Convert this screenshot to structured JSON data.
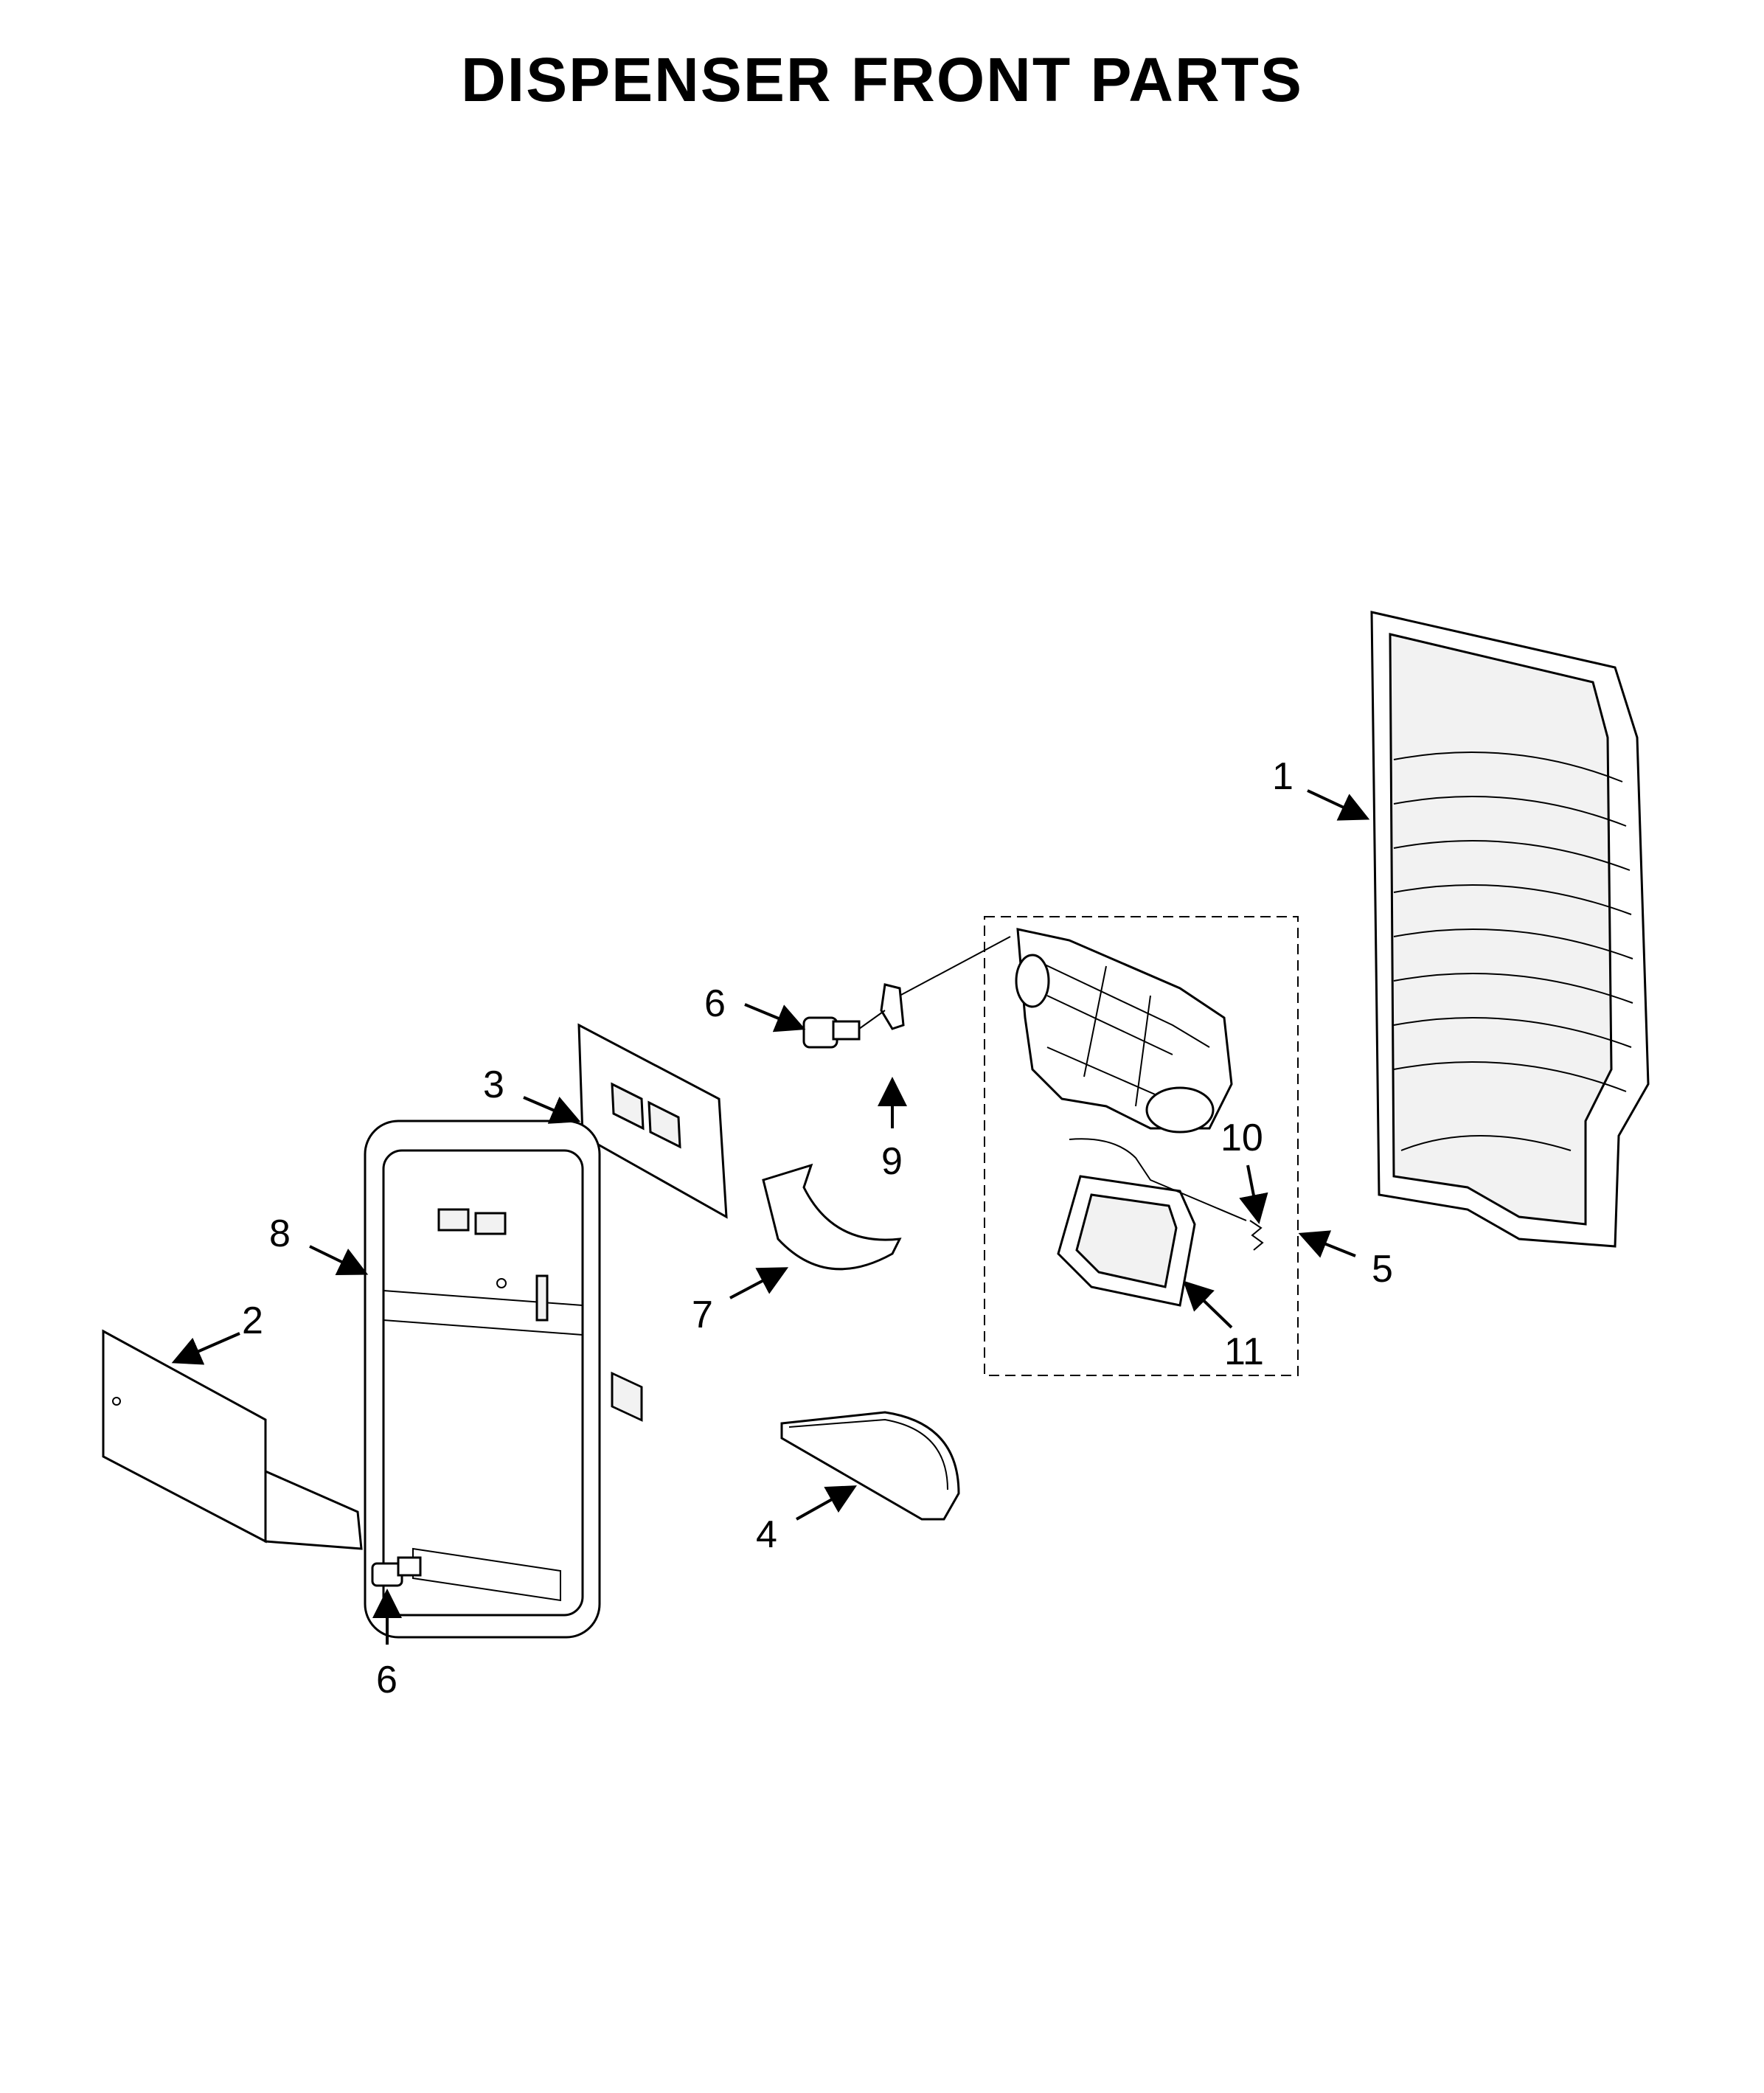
{
  "title": "DISPENSER FRONT PARTS",
  "callouts": {
    "c1": "1",
    "c2": "2",
    "c3": "3",
    "c4": "4",
    "c5": "5",
    "c6a": "6",
    "c6b": "6",
    "c7": "7",
    "c8": "8",
    "c9": "9",
    "c10": "10",
    "c11": "11"
  }
}
